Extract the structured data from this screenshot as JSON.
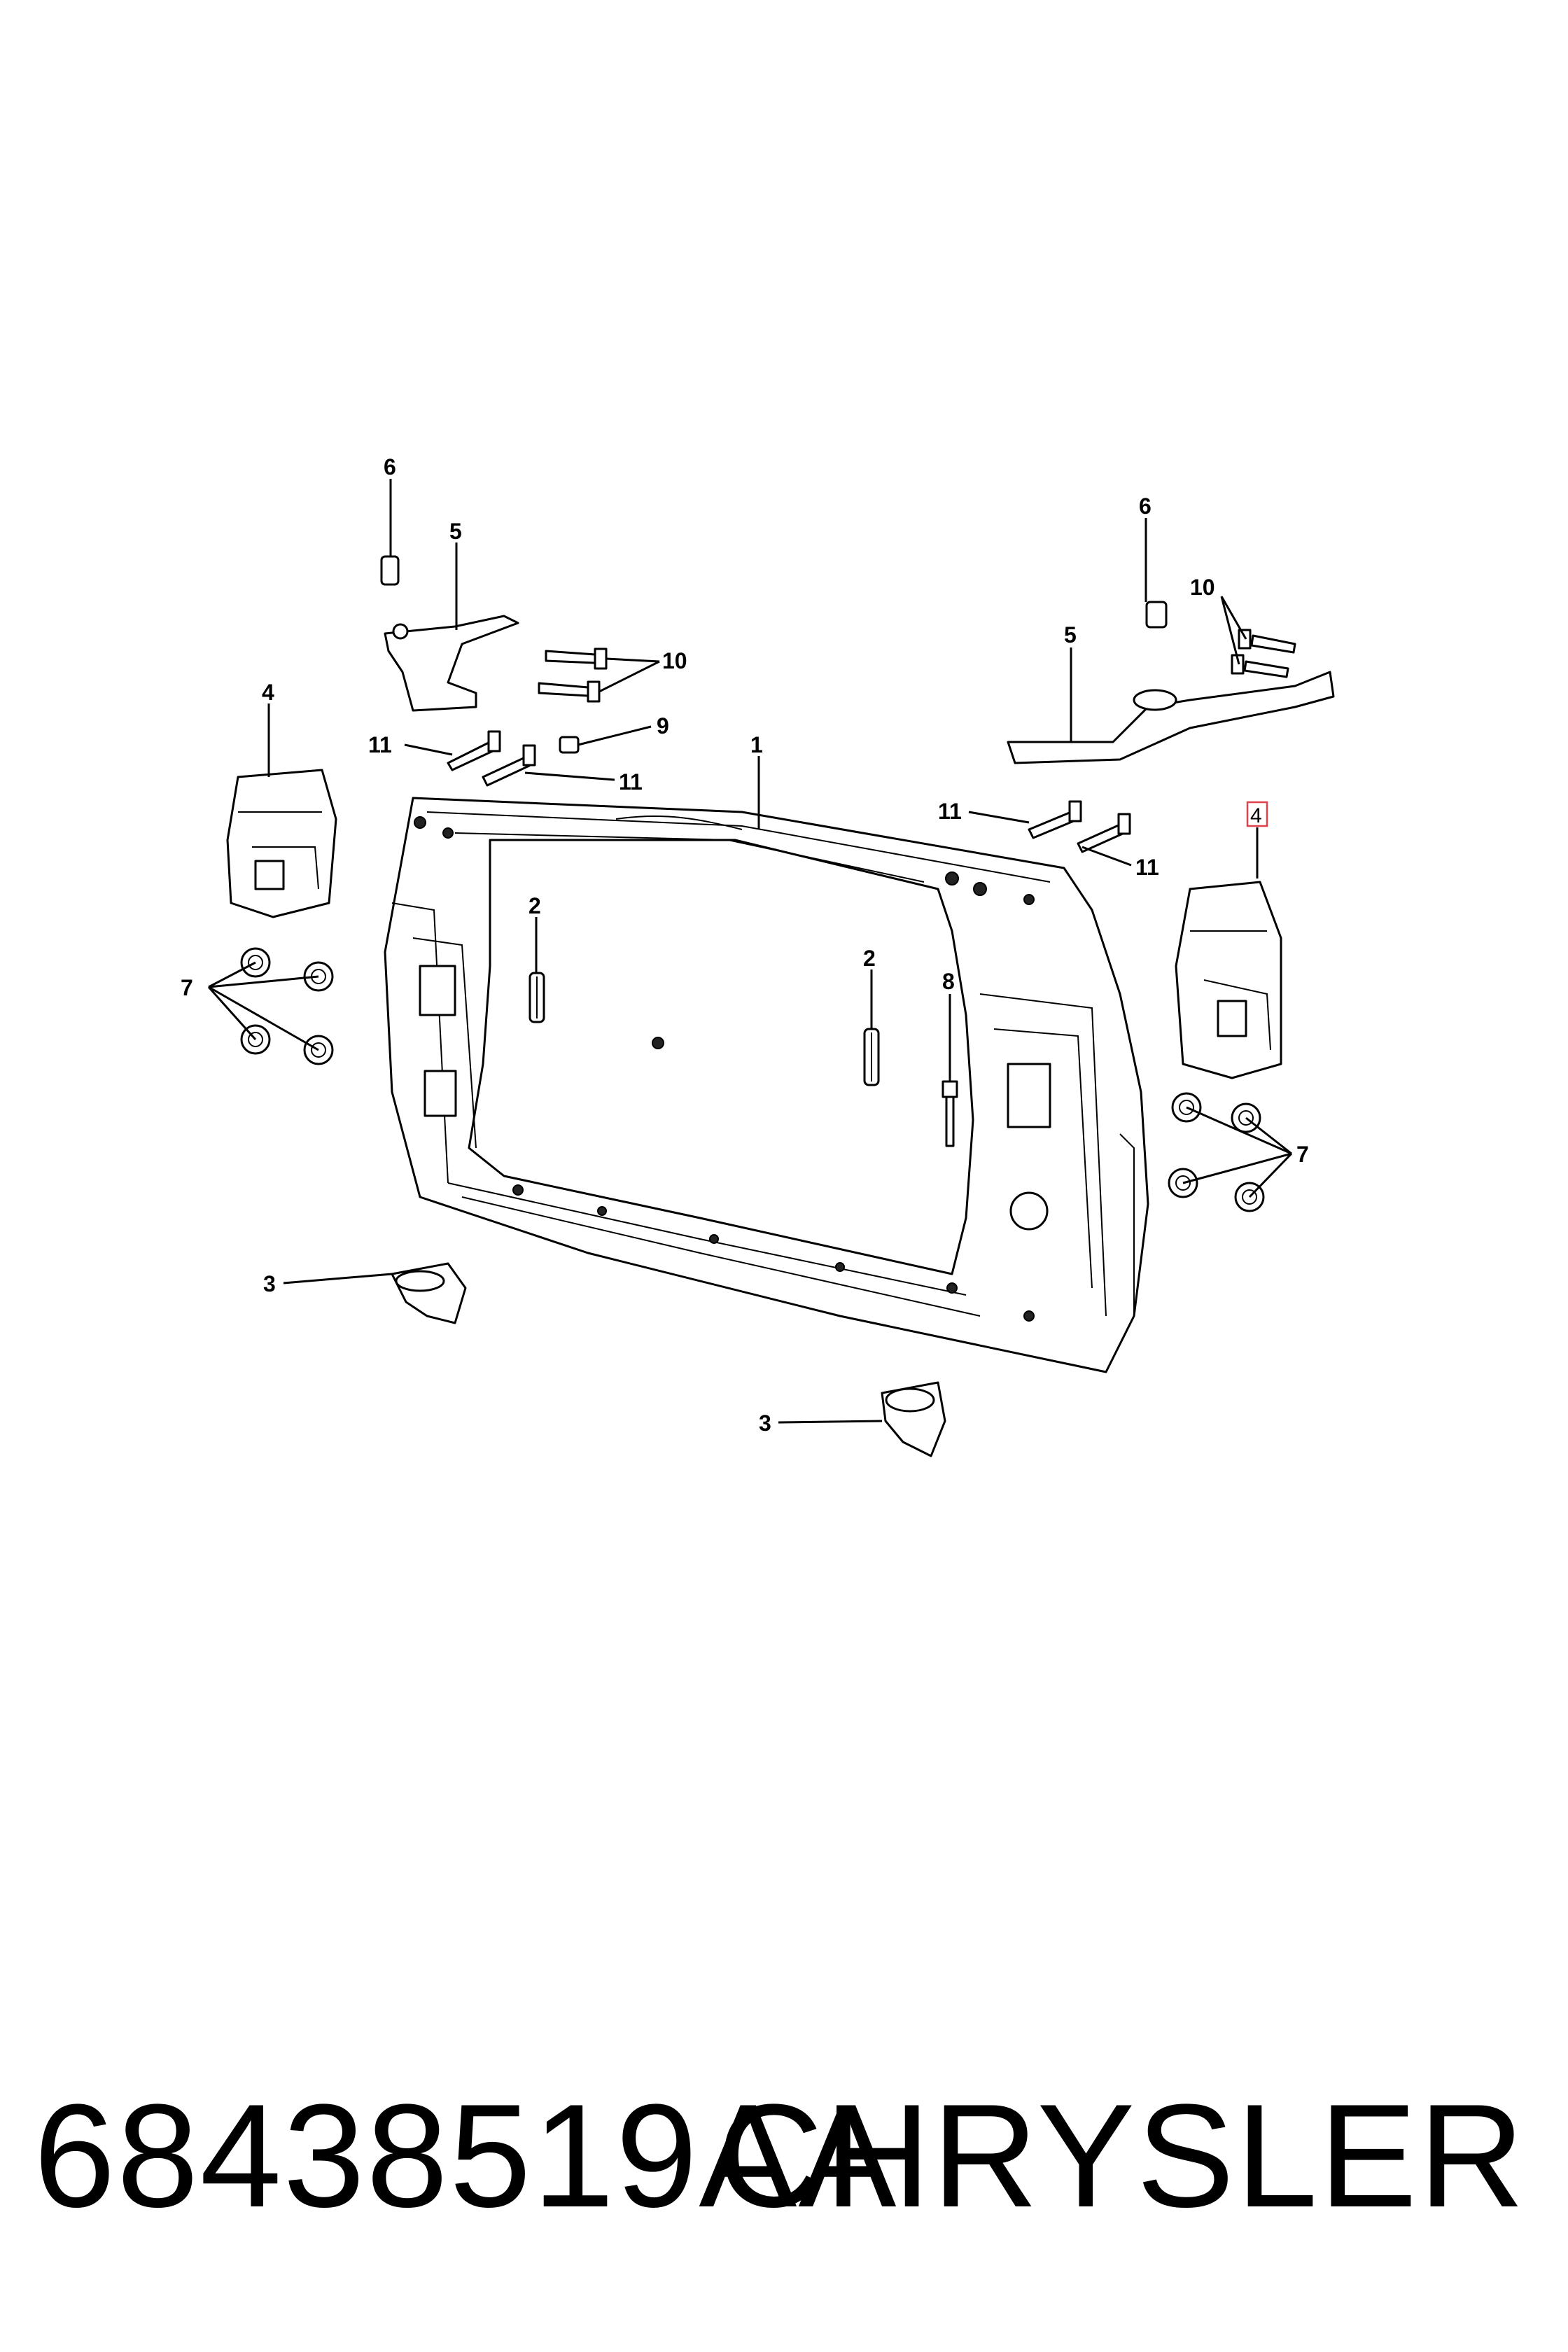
{
  "callouts": {
    "c1": "1",
    "c2a": "2",
    "c2b": "2",
    "c3a": "3",
    "c3b": "3",
    "c4a": "4",
    "c4b": "4",
    "c5a": "5",
    "c5b": "5",
    "c6a": "6",
    "c6b": "6",
    "c7a": "7",
    "c7b": "7",
    "c8": "8",
    "c9": "9",
    "c10a": "10",
    "c10b": "10",
    "c11a": "11",
    "c11b": "11",
    "c11c": "11",
    "c11d": "11"
  },
  "footer": {
    "part_number": "68438519AA",
    "brand": "CHRYSLER"
  },
  "colors": {
    "highlight_box": "#e0424b"
  }
}
